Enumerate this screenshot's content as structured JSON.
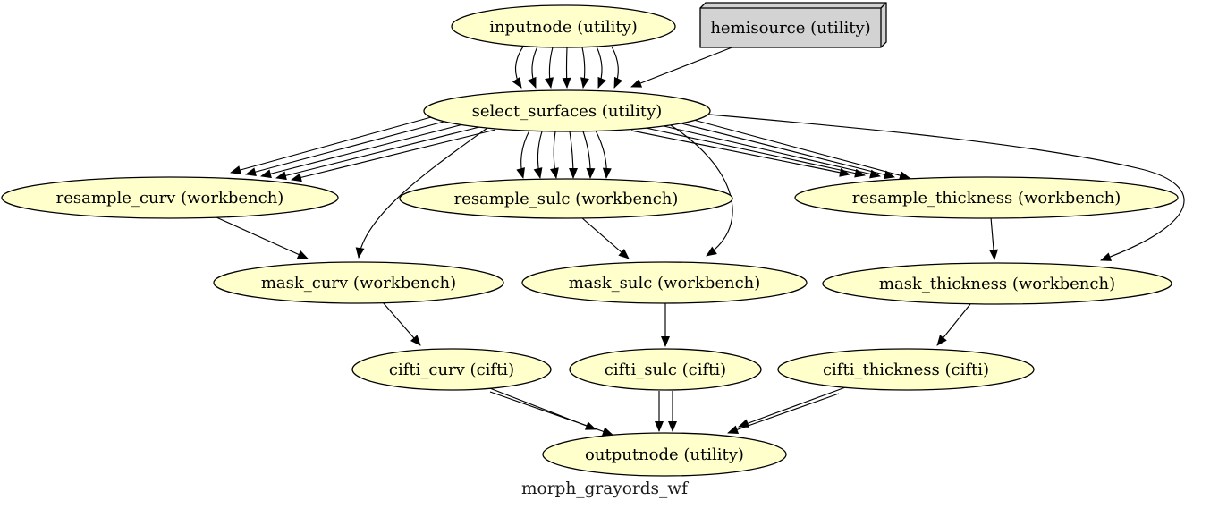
{
  "diagram": {
    "type": "workflow-graph",
    "caption": "morph_grayords_wf",
    "colors": {
      "background": "#FFFFFF",
      "node_fill": "#FFFFCC",
      "box_fill": "#D3D3D3",
      "stroke": "#000000"
    },
    "nodes": {
      "inputnode": {
        "label": "inputnode (utility)",
        "shape": "ellipse"
      },
      "hemisource": {
        "label": "hemisource (utility)",
        "shape": "box3d"
      },
      "select_surfaces": {
        "label": "select_surfaces (utility)",
        "shape": "ellipse"
      },
      "resample_curv": {
        "label": "resample_curv (workbench)",
        "shape": "ellipse"
      },
      "resample_sulc": {
        "label": "resample_sulc (workbench)",
        "shape": "ellipse"
      },
      "resample_thickness": {
        "label": "resample_thickness (workbench)",
        "shape": "ellipse"
      },
      "mask_curv": {
        "label": "mask_curv (workbench)",
        "shape": "ellipse"
      },
      "mask_sulc": {
        "label": "mask_sulc (workbench)",
        "shape": "ellipse"
      },
      "mask_thickness": {
        "label": "mask_thickness (workbench)",
        "shape": "ellipse"
      },
      "cifti_curv": {
        "label": "cifti_curv (cifti)",
        "shape": "ellipse"
      },
      "cifti_sulc": {
        "label": "cifti_sulc (cifti)",
        "shape": "ellipse"
      },
      "cifti_thickness": {
        "label": "cifti_thickness (cifti)",
        "shape": "ellipse"
      },
      "outputnode": {
        "label": "outputnode (utility)",
        "shape": "ellipse"
      }
    },
    "edges": [
      {
        "from": "inputnode",
        "to": "select_surfaces",
        "count": 7
      },
      {
        "from": "hemisource",
        "to": "select_surfaces",
        "count": 1
      },
      {
        "from": "select_surfaces",
        "to": "resample_curv",
        "count": 5
      },
      {
        "from": "select_surfaces",
        "to": "resample_sulc",
        "count": 6
      },
      {
        "from": "select_surfaces",
        "to": "resample_thickness",
        "count": 5
      },
      {
        "from": "select_surfaces",
        "to": "mask_curv",
        "count": 1
      },
      {
        "from": "select_surfaces",
        "to": "mask_sulc",
        "count": 1
      },
      {
        "from": "select_surfaces",
        "to": "mask_thickness",
        "count": 1
      },
      {
        "from": "resample_curv",
        "to": "mask_curv",
        "count": 1
      },
      {
        "from": "resample_sulc",
        "to": "mask_sulc",
        "count": 1
      },
      {
        "from": "resample_thickness",
        "to": "mask_thickness",
        "count": 1
      },
      {
        "from": "mask_curv",
        "to": "cifti_curv",
        "count": 1
      },
      {
        "from": "mask_sulc",
        "to": "cifti_sulc",
        "count": 1
      },
      {
        "from": "mask_thickness",
        "to": "cifti_thickness",
        "count": 1
      },
      {
        "from": "cifti_curv",
        "to": "outputnode",
        "count": 2
      },
      {
        "from": "cifti_sulc",
        "to": "outputnode",
        "count": 2
      },
      {
        "from": "cifti_thickness",
        "to": "outputnode",
        "count": 2
      }
    ]
  }
}
